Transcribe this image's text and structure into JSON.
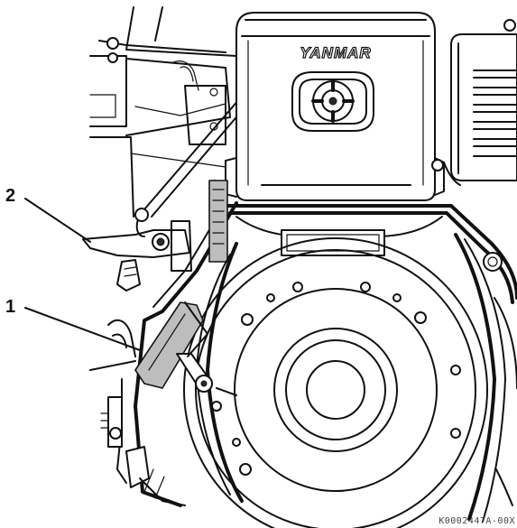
{
  "callouts": [
    {
      "label": "1"
    },
    {
      "label": "2"
    }
  ],
  "brand_text": "YANMAR",
  "figure_code": "K0002447A-00X"
}
